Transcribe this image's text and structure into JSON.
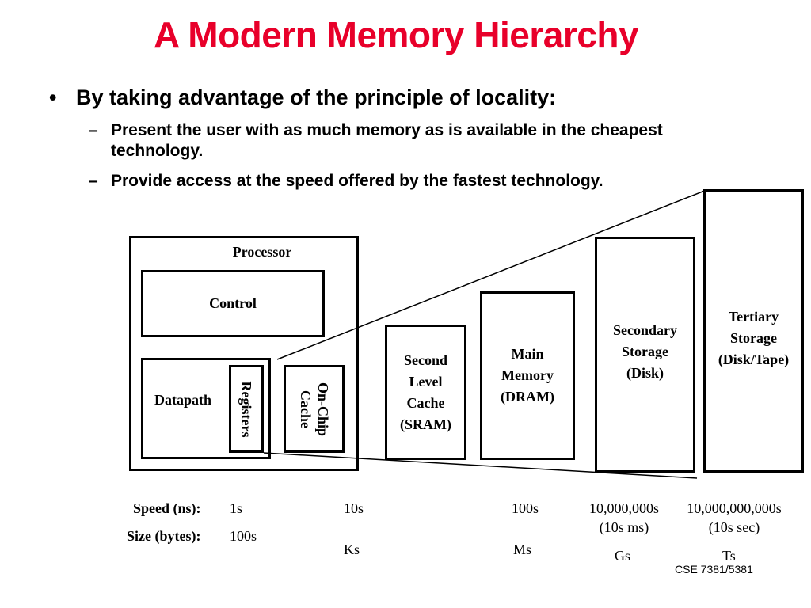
{
  "title": "A Modern Memory Hierarchy",
  "colors": {
    "title": "#e8002a",
    "text": "#000000",
    "background": "#ffffff"
  },
  "bullet": {
    "symbol": "•",
    "text": "By taking advantage of the principle of locality:",
    "subs": [
      {
        "dash": "–",
        "text": "Present the user with as much memory as is available in the cheapest technology."
      },
      {
        "dash": "–",
        "text": "Provide access at the speed offered by the fastest technology."
      }
    ]
  },
  "diagram": {
    "processor": "Processor",
    "control": "Control",
    "datapath": "Datapath",
    "registers": "Registers",
    "onchip_cache": [
      "On-Chip",
      "Cache"
    ],
    "second_level": [
      "Second",
      "Level",
      "Cache",
      "(SRAM)"
    ],
    "main_memory": [
      "Main",
      "Memory",
      "(DRAM)"
    ],
    "secondary": [
      "Secondary",
      "Storage",
      "(Disk)"
    ],
    "tertiary": [
      "Tertiary",
      "Storage",
      "(Disk/Tape)"
    ]
  },
  "speed": {
    "label": "Speed (ns):",
    "registers": "1s",
    "second_level": "10s",
    "main_memory": "100s",
    "secondary": "10,000,000s",
    "secondary_note": "(10s ms)",
    "tertiary": "10,000,000,000s",
    "tertiary_note": "(10s sec)"
  },
  "size": {
    "label": "Size (bytes):",
    "registers": "100s",
    "second_level": "Ks",
    "main_memory": "Ms",
    "secondary": "Gs",
    "tertiary": "Ts"
  },
  "footer": "CSE 7381/5381"
}
